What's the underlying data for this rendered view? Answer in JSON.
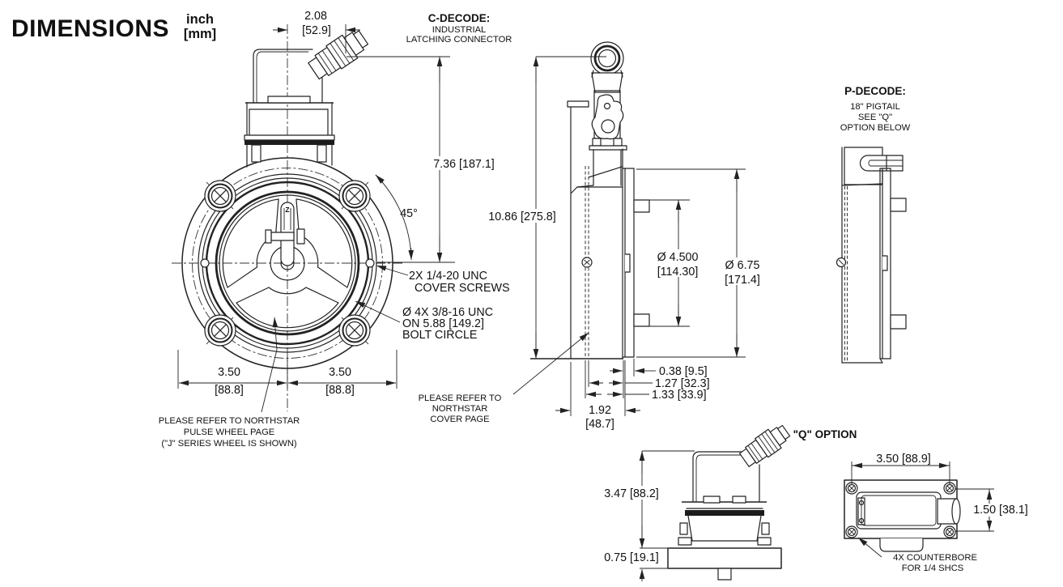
{
  "title": "DIMENSIONS",
  "units": {
    "line1": "inch",
    "line2": "[mm]"
  },
  "colors": {
    "line": "#222222",
    "text": "#111111",
    "background": "#ffffff"
  },
  "notes": {
    "c_decode": {
      "title": "C-DECODE:",
      "line1": "INDUSTRIAL",
      "line2": "LATCHING CONNECTOR"
    },
    "p_decode": {
      "title": "P-DECODE:",
      "line1": "18\" PIGTAIL",
      "line2": "SEE \"Q\"",
      "line3": "OPTION BELOW"
    },
    "q_option_title": "\"Q\" OPTION",
    "cover_screws": {
      "line1": "2X 1/4-20 UNC",
      "line2": "COVER SCREWS"
    },
    "bolt_circle": {
      "line1": "Ø 4X 3/8-16 UNC",
      "line2": "ON 5.88 [149.2]",
      "line3": "BOLT CIRCLE"
    },
    "pulse_wheel": {
      "line1": "PLEASE REFER TO NORTHSTAR",
      "line2": "PULSE WHEEL PAGE",
      "line3": "(\"J\" SERIES WHEEL IS SHOWN)"
    },
    "cover_page": {
      "line1": "PLEASE REFER TO",
      "line2": "NORTHSTAR",
      "line3": "COVER PAGE"
    },
    "counterbore": {
      "line1": "4X COUNTERBORE",
      "line2": "FOR 1/4 SHCS"
    },
    "z_mark": "Z"
  },
  "dims": {
    "connector_width_in": "2.08",
    "connector_width_mm": "[52.9]",
    "height_to_connector": "7.36 [187.1]",
    "overall_height": "10.86 [275.8]",
    "screw_angle": "45°",
    "pilot_dia_in": "Ø 4.500",
    "pilot_dia_mm": "[114.30]",
    "flange_dia_in": "Ø 6.75",
    "flange_dia_mm": "[171.4]",
    "half_left_in": "3.50",
    "half_left_mm": "[88.8]",
    "half_right_in": "3.50",
    "half_right_mm": "[88.8]",
    "pilot_depth": "0.38 [9.5]",
    "cover_depth": "1.27 [32.3]",
    "cover_depth2": "1.33 [33.9]",
    "overall_depth_in": "1.92",
    "overall_depth_mm": "[48.7]",
    "q_height": "3.47 [88.2]",
    "q_base": "0.75 [19.1]",
    "q_width": "3.50 [88.9]",
    "q_spacing": "1.50 [38.1]"
  }
}
